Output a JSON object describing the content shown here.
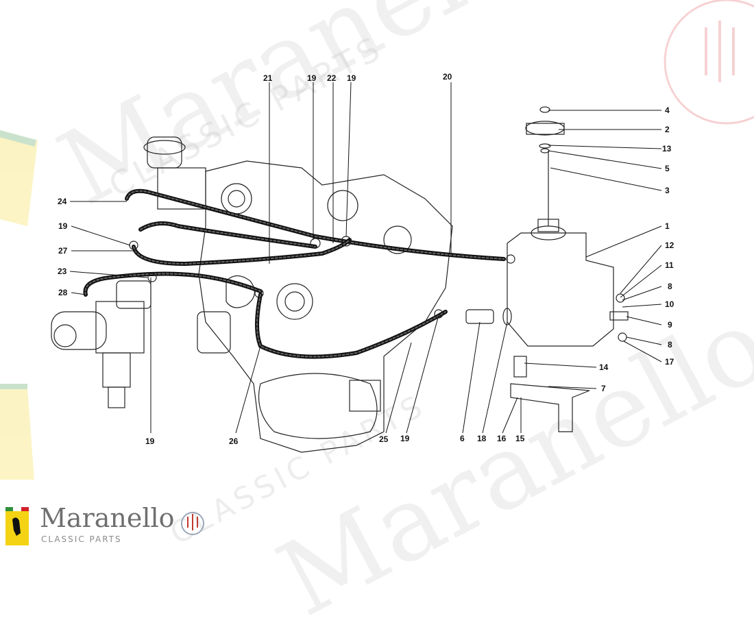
{
  "watermark": {
    "brand": "Maranello",
    "sub": "CLASSIC PARTS"
  },
  "footer": {
    "brand": "Maranello",
    "sub": "CLASSIC PARTS"
  },
  "callouts": [
    {
      "id": "c4",
      "label": "4"
    },
    {
      "id": "c2",
      "label": "2"
    },
    {
      "id": "c13",
      "label": "13"
    },
    {
      "id": "c5",
      "label": "5"
    },
    {
      "id": "c3",
      "label": "3"
    },
    {
      "id": "c1",
      "label": "1"
    },
    {
      "id": "c12",
      "label": "12"
    },
    {
      "id": "c11",
      "label": "11"
    },
    {
      "id": "c8a",
      "label": "8"
    },
    {
      "id": "c10",
      "label": "10"
    },
    {
      "id": "c9",
      "label": "9"
    },
    {
      "id": "c8b",
      "label": "8"
    },
    {
      "id": "c17",
      "label": "17"
    },
    {
      "id": "c14",
      "label": "14"
    },
    {
      "id": "c7",
      "label": "7"
    },
    {
      "id": "c20",
      "label": "20"
    },
    {
      "id": "c21",
      "label": "21"
    },
    {
      "id": "c19a",
      "label": "19"
    },
    {
      "id": "c22",
      "label": "22"
    },
    {
      "id": "c19b",
      "label": "19"
    },
    {
      "id": "c24",
      "label": "24"
    },
    {
      "id": "c19c",
      "label": "19"
    },
    {
      "id": "c27",
      "label": "27"
    },
    {
      "id": "c23",
      "label": "23"
    },
    {
      "id": "c28",
      "label": "28"
    },
    {
      "id": "c19d",
      "label": "19"
    },
    {
      "id": "c26",
      "label": "26"
    },
    {
      "id": "c25",
      "label": "25"
    },
    {
      "id": "c19e",
      "label": "19"
    },
    {
      "id": "c6",
      "label": "6"
    },
    {
      "id": "c18",
      "label": "18"
    },
    {
      "id": "c16",
      "label": "16"
    },
    {
      "id": "c15",
      "label": "15"
    }
  ],
  "colors": {
    "ink": "#111111",
    "watermark": "#bfbfbf",
    "ferrari_yellow": "#f3d313",
    "ferrari_green": "#2f8f3a",
    "ferrari_red": "#d4202a"
  }
}
